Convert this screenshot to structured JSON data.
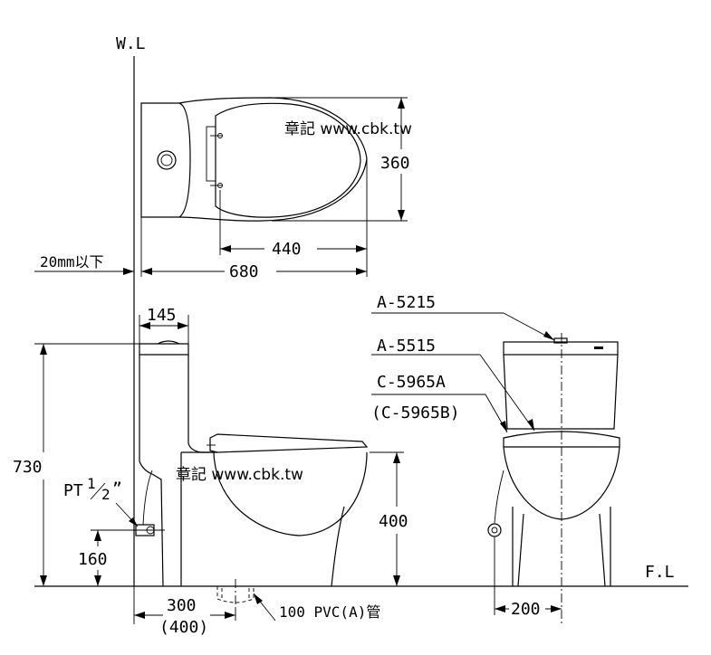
{
  "labels": {
    "wall_line": "W.L",
    "floor_line": "F.L",
    "wall_gap": "20mm以下",
    "pipe_thread": "PT",
    "pipe_fraction_num": "1",
    "pipe_fraction_den": "2",
    "pipe_inch_mark": "”",
    "drain_pipe": "100 PVC(A)管",
    "model_flush": "A-5215",
    "model_tank": "A-5515",
    "model_seat_a": "C-5965A",
    "model_seat_b": "(C-5965B)"
  },
  "watermark": {
    "top": "章記 www.cbk.tw",
    "middle": "章記 www.cbk.tw"
  },
  "dimensions": {
    "top_width": "360",
    "seat_length": "440",
    "total_length": "680",
    "tank_depth": "145",
    "total_height": "730",
    "seat_height": "400",
    "supply_height": "160",
    "rough_in": "300",
    "rough_in_alt": "(400)",
    "side_offset": "200"
  }
}
